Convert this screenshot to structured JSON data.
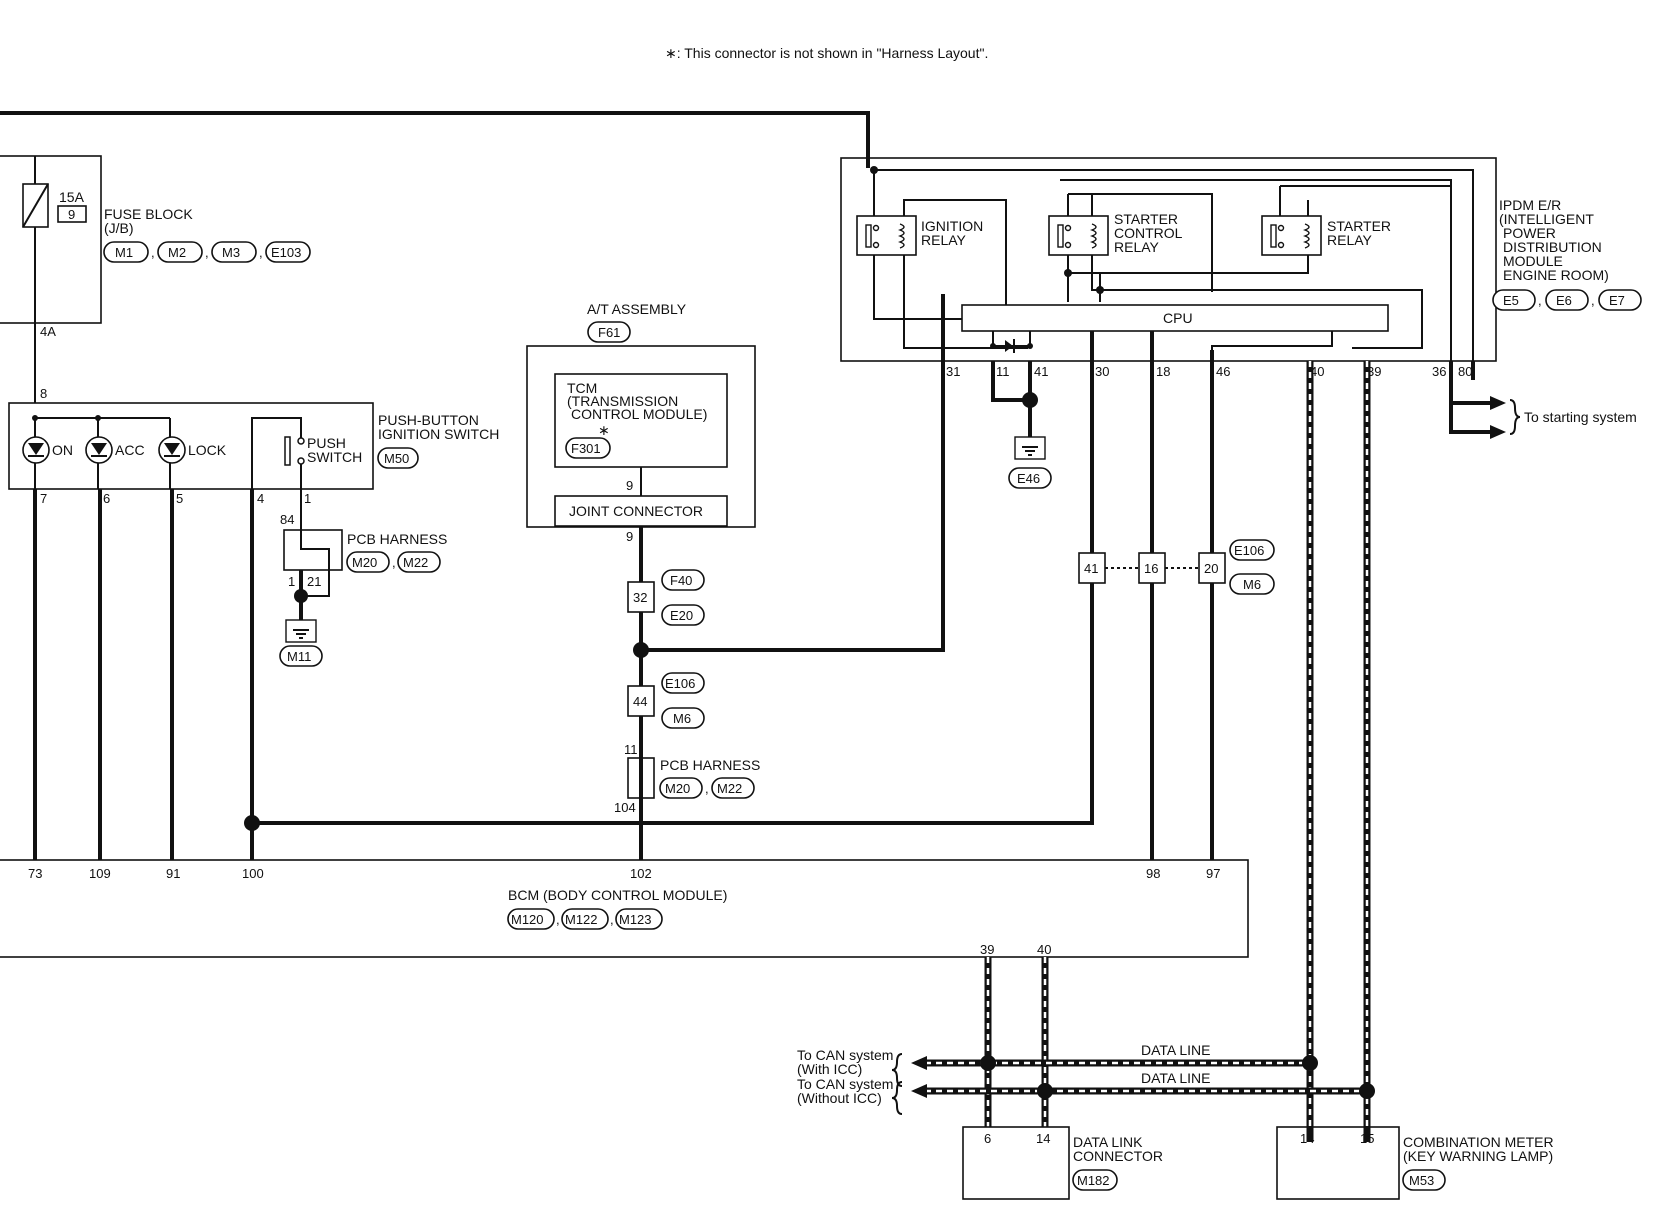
{
  "note": "∗: This connector is not shown in \"Harness Layout\".",
  "fuse_block": {
    "amp": "15A",
    "fuse_no": "9",
    "name": "FUSE BLOCK",
    "sub": "(J/B)",
    "connectors": [
      "M1",
      "M2",
      "M3",
      "E103"
    ],
    "pin": "4A"
  },
  "ignition_switch": {
    "name1": "PUSH-BUTTON",
    "name2": "IGNITION SWITCH",
    "connector": "M50",
    "leds": [
      "ON",
      "ACC",
      "LOCK"
    ],
    "push1": "PUSH",
    "push2": "SWITCH",
    "pins": {
      "top": "8",
      "on": "7",
      "acc": "6",
      "lock": "5",
      "sw_a": "4",
      "sw_b": "1"
    }
  },
  "pcb_harness_left": {
    "name": "PCB HARNESS",
    "connectors": [
      "M20",
      "M22"
    ],
    "pins": {
      "in": "84",
      "a": "1",
      "b": "21"
    },
    "ground": "M11"
  },
  "at_assembly": {
    "name": "A/T ASSEMBLY",
    "connector": "F61",
    "tcm1": "TCM",
    "tcm2": "(TRANSMISSION",
    "tcm3": "CONTROL MODULE)",
    "tcm_connector": "F301",
    "star": "∗",
    "joint": "JOINT CONNECTOR",
    "pin_top": "9",
    "pin_bottom": "9"
  },
  "inline_connectors": {
    "c32": {
      "pin": "32",
      "con_a": "F40",
      "con_b": "E20"
    },
    "c44": {
      "pin": "44",
      "con_a": "E106",
      "con_b": "M6"
    },
    "pcb": {
      "name": "PCB HARNESS",
      "connectors": [
        "M20",
        "M22"
      ],
      "pin_top": "11",
      "pin_bottom": "104"
    },
    "right": {
      "pins": [
        "41",
        "16",
        "20"
      ],
      "con_a": "E106",
      "con_b": "M6"
    }
  },
  "ipdm": {
    "name": [
      "IPDM E/R",
      "(INTELLIGENT",
      "POWER",
      "DISTRIBUTION",
      "MODULE",
      "ENGINE ROOM)"
    ],
    "connectors": [
      "E5",
      "E6",
      "E7"
    ],
    "relays": [
      {
        "lines": [
          "IGNITION",
          "RELAY"
        ]
      },
      {
        "lines": [
          "STARTER",
          "CONTROL",
          "RELAY"
        ]
      },
      {
        "lines": [
          "STARTER",
          "RELAY"
        ]
      }
    ],
    "cpu": "CPU",
    "pins": [
      "31",
      "11",
      "41",
      "30",
      "18",
      "46",
      "40",
      "39",
      "36",
      "80"
    ],
    "ground": "E46",
    "to_starting": "To starting system"
  },
  "bcm": {
    "name": "BCM (BODY CONTROL MODULE)",
    "connectors": [
      "M120",
      "M122",
      "M123"
    ],
    "pins_top": [
      "73",
      "109",
      "91",
      "100",
      "102",
      "98",
      "97"
    ],
    "pins_bottom": [
      "39",
      "40"
    ]
  },
  "can": {
    "line_label": "DATA LINE",
    "to_icc_1": "To CAN system",
    "to_icc_2": "(With ICC)",
    "to_noicc_1": "To CAN system",
    "to_noicc_2": "(Without ICC)"
  },
  "dlc": {
    "name1": "DATA LINK",
    "name2": "CONNECTOR",
    "connector": "M182",
    "pins": [
      "6",
      "14"
    ]
  },
  "meter": {
    "name1": "COMBINATION METER",
    "name2": "(KEY WARNING LAMP)",
    "connector": "M53",
    "pins": [
      "14",
      "15"
    ]
  }
}
